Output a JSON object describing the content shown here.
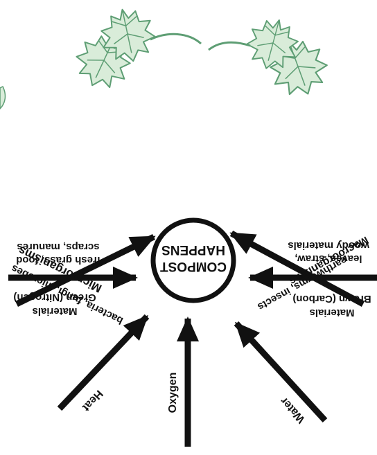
{
  "colors": {
    "ink": "#111111",
    "leaf_fill": "#d9ecd9",
    "leaf_stroke": "#5e9e74",
    "background": "#ffffff"
  },
  "center": {
    "line1": "COMPOST",
    "line2": "HAPPENS"
  },
  "inputs": {
    "microorganisms": {
      "label": "Microorganisms",
      "detail": "bacteria, fungi, microbes"
    },
    "macroorganisms": {
      "label": "Macroorganisms",
      "detail": "earthworms, insects"
    },
    "green": {
      "label_line1": "Green (Nitrogen)",
      "label_line2": "Materials",
      "detail_line1": "fresh grass, food",
      "detail_line2": "scraps, manures"
    },
    "brown": {
      "label_line1": "Brown (Carbon)",
      "label_line2": "Materials",
      "detail_line1": "leaves, straw,",
      "detail_line2": "woody materials"
    },
    "heat": {
      "label": "Heat"
    },
    "oxygen": {
      "label": "Oxygen"
    },
    "water": {
      "label": "Water"
    }
  },
  "decorations": {
    "leaves": [
      "maple-leaf-icon",
      "maple-leaf-icon"
    ]
  }
}
